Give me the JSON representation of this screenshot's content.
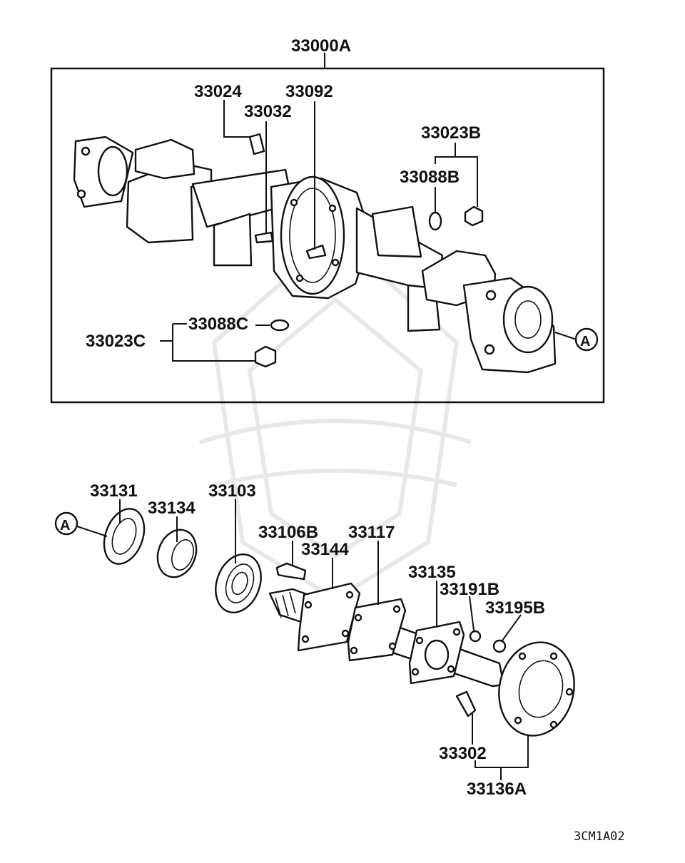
{
  "labels": {
    "assembly": "33000A",
    "p33024": "33024",
    "p33032": "33032",
    "p33092": "33092",
    "p33023B": "33023B",
    "p33088B": "33088B",
    "p33088C": "33088C",
    "p33023C": "33023C",
    "refA_top": "A",
    "p33131": "33131",
    "p33134": "33134",
    "p33103": "33103",
    "p33106B": "33106B",
    "p33117": "33117",
    "p33144": "33144",
    "p33135": "33135",
    "p33191B": "33191B",
    "p33195B": "33195B",
    "refA_bottom": "A",
    "p33302": "33302",
    "p33136A": "33136A"
  },
  "diagram_code": "3CM1A02",
  "colors": {
    "ink": "#111111",
    "paper": "#ffffff",
    "watermark": "#e8e8e8"
  }
}
